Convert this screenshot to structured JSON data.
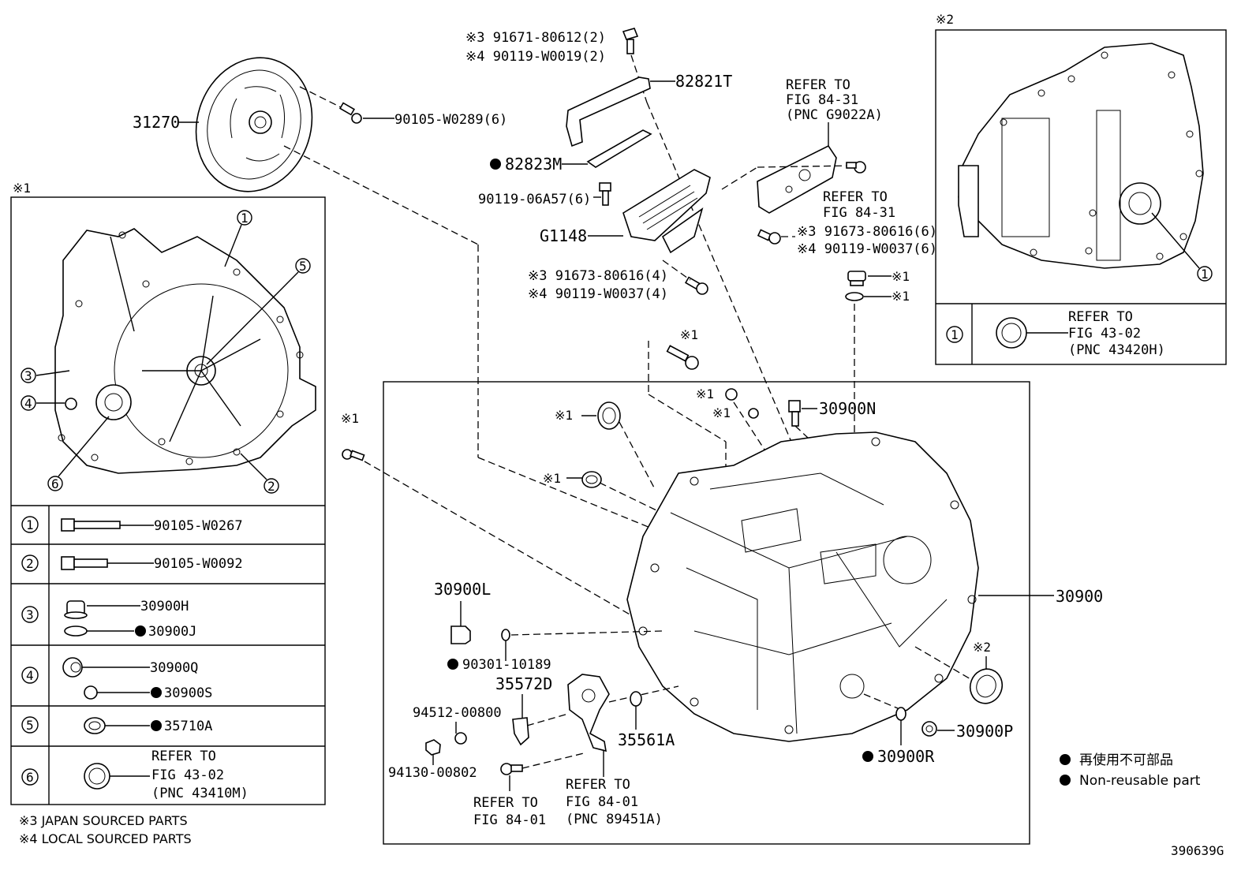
{
  "labels": {
    "p31270": "31270",
    "bolt_clutch": "90105-W0289(6)",
    "p82821T": "82821T",
    "p82823M": "82823M",
    "bolt_06A57": "90119-06A57(6)",
    "pG1148": "G1148",
    "top_j3": "※3 91671-80612(2)",
    "top_j4": "※4 90119-W0019(2)",
    "mid_j3": "※3 91673-80616(4)",
    "mid_j4": "※4 90119-W0037(4)",
    "right_j3": "※3 91673-80616(6)",
    "right_j4": "※4 90119-W0037(6)",
    "ref_g9022a": [
      "REFER TO",
      "FIG 84-31",
      "(PNC G9022A)"
    ],
    "ref_8431": [
      "REFER TO",
      "FIG 84-31"
    ],
    "x1": "※1",
    "x2": "※2",
    "p30900N": "30900N",
    "p30900": "30900",
    "p30900L": "30900L",
    "p90301": "90301-10189",
    "p35572D": "35572D",
    "p94512": "94512-00800",
    "p94130": "94130-00802",
    "p35561A": "35561A",
    "p30900R": "30900R",
    "p30900P": "30900P",
    "ref_8401": [
      "REFER TO",
      "FIG 84-01"
    ],
    "ref_89451a": [
      "REFER TO",
      "FIG 84-01",
      "(PNC 89451A)"
    ],
    "legend_jp": "再使用不可部品",
    "legend_en": "Non-reusable part",
    "note3": "※3 JAPAN SOURCED PARTS",
    "note4": "※4 LOCAL SOURCED PARTS",
    "fig_id": "390639G"
  },
  "inset1": {
    "tag": "※1",
    "rows": [
      {
        "num": "1",
        "parts": [
          "90105-W0267"
        ]
      },
      {
        "num": "2",
        "parts": [
          "90105-W0092"
        ]
      },
      {
        "num": "3",
        "parts": [
          "30900H",
          "30900J"
        ]
      },
      {
        "num": "4",
        "parts": [
          "30900Q",
          "30900S"
        ]
      },
      {
        "num": "5",
        "parts": [
          "35710A"
        ]
      },
      {
        "num": "6",
        "parts": [
          "REFER TO",
          "FIG 43-02",
          "(PNC 43410M)"
        ]
      }
    ],
    "callouts": [
      "1",
      "2",
      "3",
      "4",
      "5",
      "6"
    ]
  },
  "inset2": {
    "tag": "※2",
    "callout": "1",
    "row": {
      "num": "1",
      "parts": [
        "REFER TO",
        "FIG 43-02",
        "(PNC 43420H)"
      ]
    }
  }
}
